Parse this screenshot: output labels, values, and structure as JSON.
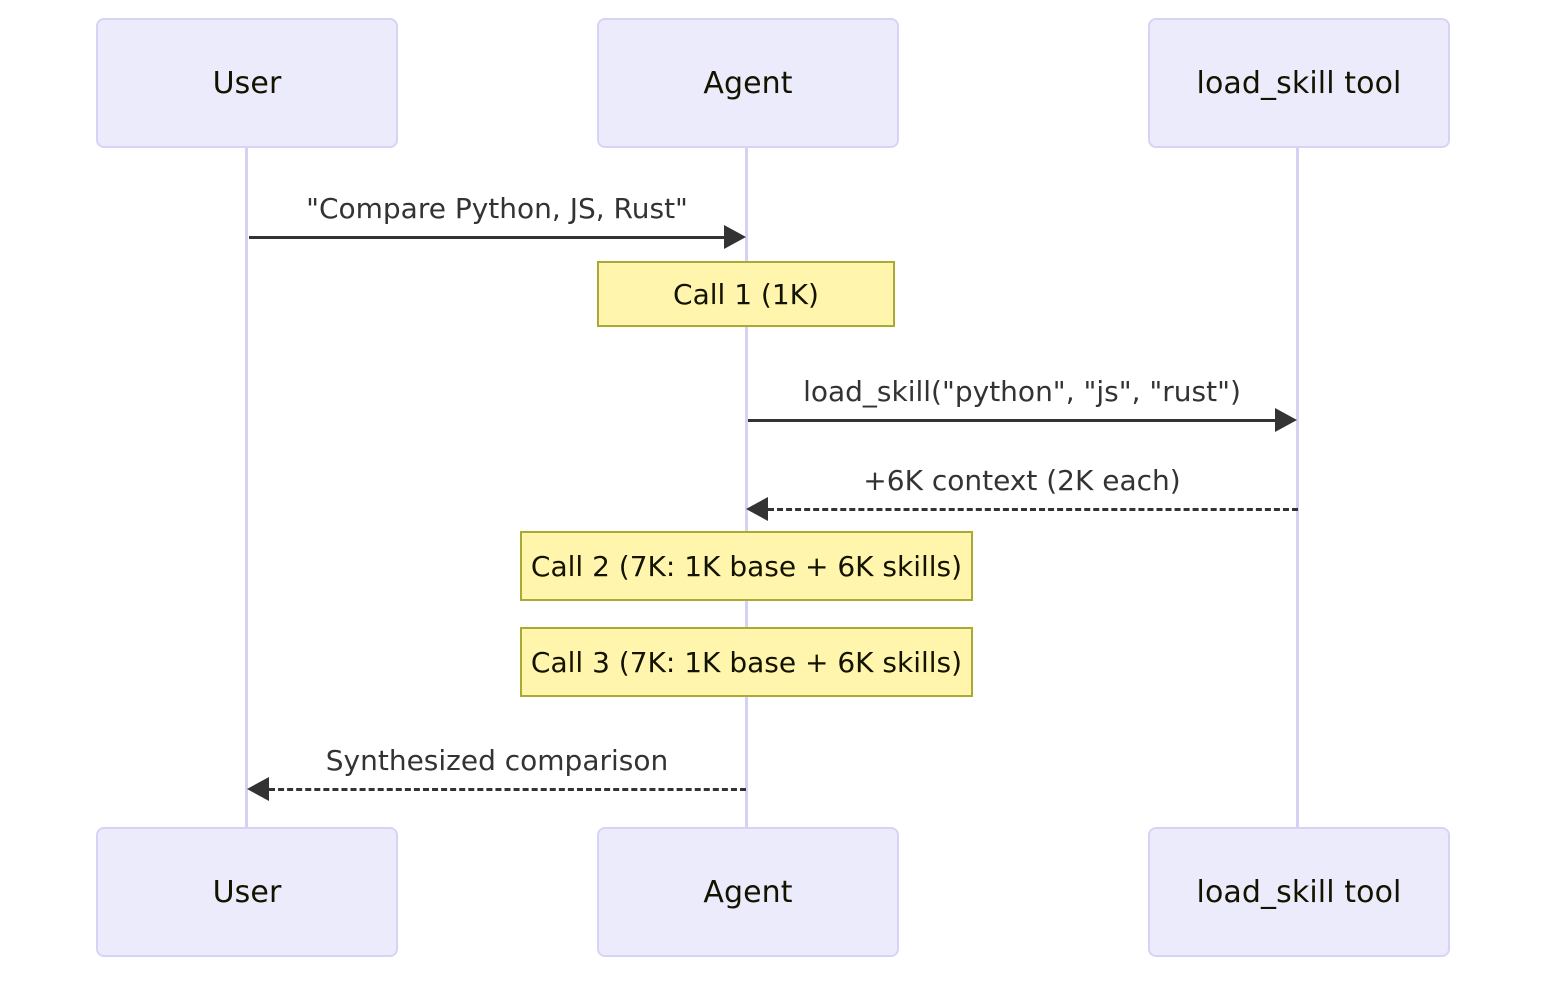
{
  "diagram": {
    "type": "sequence-diagram",
    "title": "",
    "colors": {
      "actor_fill": "#ecebfb",
      "actor_border": "#d8d3f6",
      "lifeline": "#d6d0f2",
      "note_fill": "#fff5ad",
      "note_border": "#aaaa33",
      "arrow": "#333333",
      "text": "#131300",
      "background": "#ffffff"
    }
  },
  "participants": [
    {
      "id": "user",
      "label": "User"
    },
    {
      "id": "agent",
      "label": "Agent"
    },
    {
      "id": "tool",
      "label": "load_skill tool"
    }
  ],
  "participants_bottom": [
    {
      "id": "user",
      "label": "User"
    },
    {
      "id": "agent",
      "label": "Agent"
    },
    {
      "id": "tool",
      "label": "load_skill tool"
    }
  ],
  "messages": [
    {
      "id": "msg-1",
      "from": "user",
      "to": "agent",
      "label": "\"Compare Python, JS, Rust\"",
      "style": "solid",
      "direction": "right"
    },
    {
      "id": "msg-2",
      "from": "agent",
      "to": "tool",
      "label": "load_skill(\"python\", \"js\", \"rust\")",
      "style": "solid",
      "direction": "right"
    },
    {
      "id": "msg-3",
      "from": "tool",
      "to": "agent",
      "label": "+6K context (2K each)",
      "style": "dashed",
      "direction": "left"
    },
    {
      "id": "msg-4",
      "from": "agent",
      "to": "user",
      "label": "Synthesized comparison",
      "style": "dashed",
      "direction": "left"
    }
  ],
  "notes": [
    {
      "id": "note-1",
      "over": "agent",
      "label": "Call 1 (1K)"
    },
    {
      "id": "note-2",
      "over": "agent",
      "label": "Call 2 (7K: 1K base + 6K skills)"
    },
    {
      "id": "note-3",
      "over": "agent",
      "label": "Call 3 (7K: 1K base + 6K skills)"
    }
  ]
}
